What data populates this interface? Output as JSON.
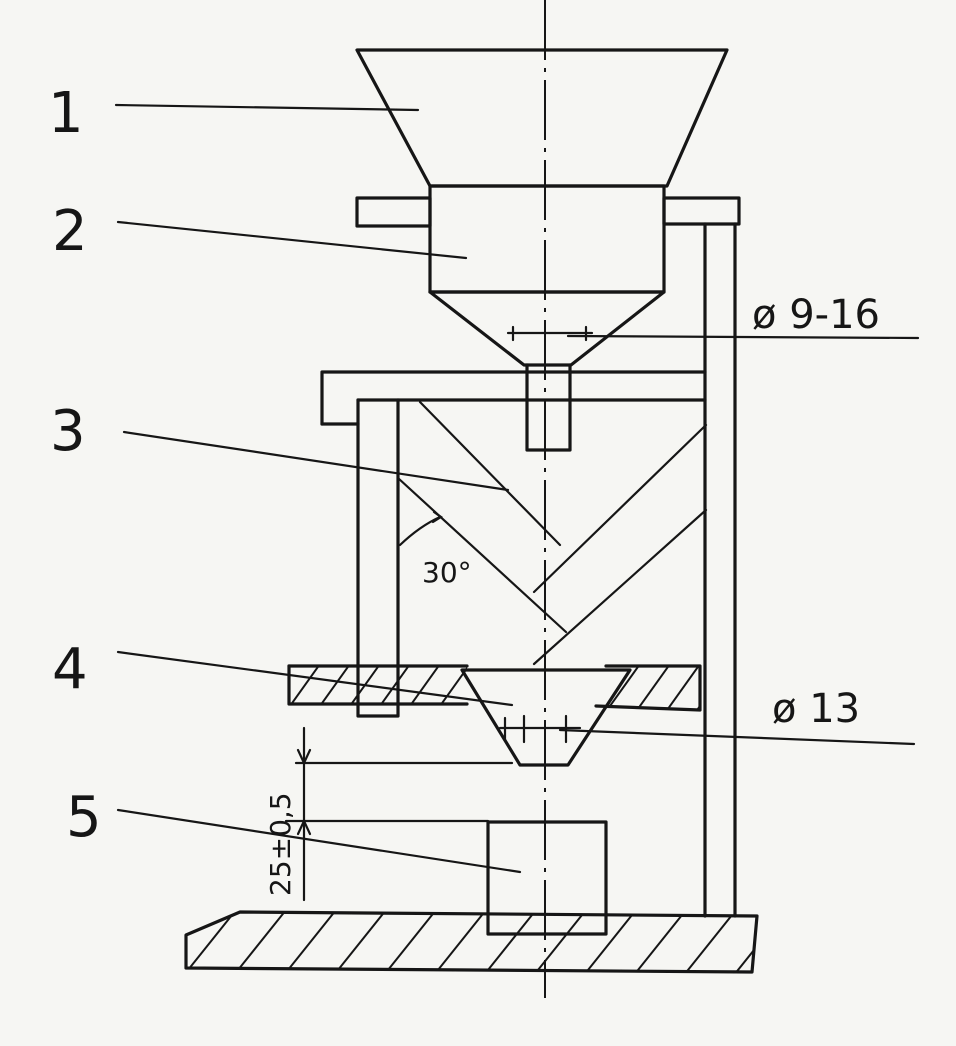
{
  "labels": {
    "part_1": "1",
    "part_2": "2",
    "part_3": "3",
    "part_4": "4",
    "part_5": "5"
  },
  "dimensions": {
    "upper_orifice": "ø 9-16",
    "lower_orifice": "ø 13",
    "fall_height": "25±0,5",
    "chute_angle": "30°"
  },
  "colors": {
    "ink": "#161616",
    "paper": "#f6f6f3"
  }
}
